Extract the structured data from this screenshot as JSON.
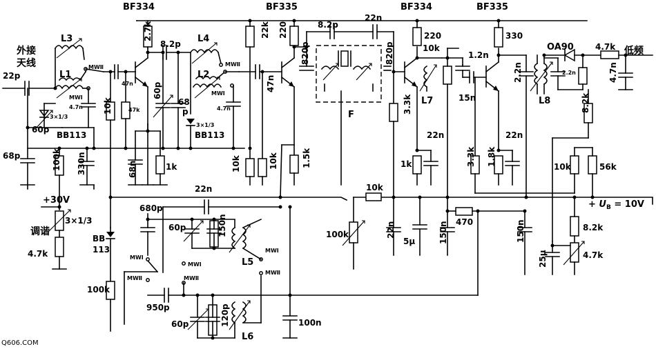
{
  "labels": {
    "t1": "BF334",
    "t2": "BF335",
    "t3": "BF334",
    "t4": "BF335",
    "ext_antenna_1": "外接",
    "ext_antenna_2": "天线",
    "in_cap": "22p",
    "L3": "L3",
    "L1": "L1",
    "L2": "L2",
    "L4": "L4",
    "L5": "L5",
    "L6": "L6",
    "L7": "L7",
    "L8": "L8",
    "mw2a": "MWⅡ",
    "mw1a": "MWⅠ",
    "mw2b": "MWⅡ",
    "mw1b": "MWⅠ",
    "r_2k7": "2.7k",
    "r_22k": "22k",
    "r_220a": "220",
    "r_220b": "220",
    "r_330": "330",
    "c_8p2a": "8.2p",
    "c_8p2b": "8.2p",
    "c_22na": "22n",
    "c_47na": "47n",
    "c_47nb": "47n",
    "c_4n7a": "4.7n",
    "c_4n7b": "4.7n",
    "r_10ka": "10k",
    "r_47k": "47k",
    "c_60pa": "60p",
    "c_68pa": "68",
    "c_68pb": "p",
    "vc_3x13a": "3×1/3",
    "vc_3x13b": "3×1/3",
    "c_60pb": "60p",
    "bb113a": "BB113",
    "bb113b": "BB113",
    "c_820pa": "820p",
    "c_820pb": "820p",
    "filter": "F",
    "r_10kb": "10k",
    "c_1n2": "1.2n",
    "c_15n": "15n",
    "c_2n2a": "2.2n",
    "c_2n2b": "2.2n",
    "oa90": "OA90",
    "r_4k7out": "4.7k",
    "low_freq": "低频",
    "c_4n7out": "4.7n",
    "c_68p": "68p",
    "r_100ka": "100k",
    "c_330n": "330n",
    "c_68n": "68n",
    "r_1ka": "1k",
    "r_10kc": "10k",
    "r_10kd": "10k",
    "r_1k5": "1.5k",
    "r_3k3a": "3.3k",
    "c_22nb": "22n",
    "r_1kb": "1k",
    "r_3k3b": "3.3k",
    "r_1k8": "1.8k",
    "c_22nc": "22n",
    "r_8k2a": "8.2k",
    "r_10ke": "10k",
    "r_56k": "56k",
    "c_22nd": "22n",
    "r_10kf": "10k",
    "plus30": "+30V",
    "tune": "调谐",
    "r_4k7tune": "4.7k",
    "r_100kb": "100k",
    "c_22ne": "22n",
    "c_5u": "5μ",
    "c_150na": "150n",
    "r_470": "470",
    "c_150nb": "150n",
    "ub_prefix": "+ ",
    "ub_sym": "U",
    "ub_sub": "B",
    "ub_value": " = 10V",
    "vc_3x13c": "3×1/3",
    "bb_c": "BB",
    "bb113c": "113",
    "c_680p": "680p",
    "c_60pc": "60p",
    "c_150nc": "150n",
    "mw1c": "MWⅠ",
    "mw1d": "MWⅠ",
    "mw1e": "MWⅠ",
    "mw2c": "MWⅡ",
    "mw2d": "MWⅡ",
    "mw2e": "MWⅡ",
    "r_100kc": "100k",
    "c_950p": "950p",
    "c_60pd": "60p",
    "c_120p": "120p",
    "c_100n": "100n",
    "r_8k2b": "8.2k",
    "c_25u": "25μ",
    "r_4k7bias": "4.7k",
    "watermark": "Q606.COM"
  }
}
